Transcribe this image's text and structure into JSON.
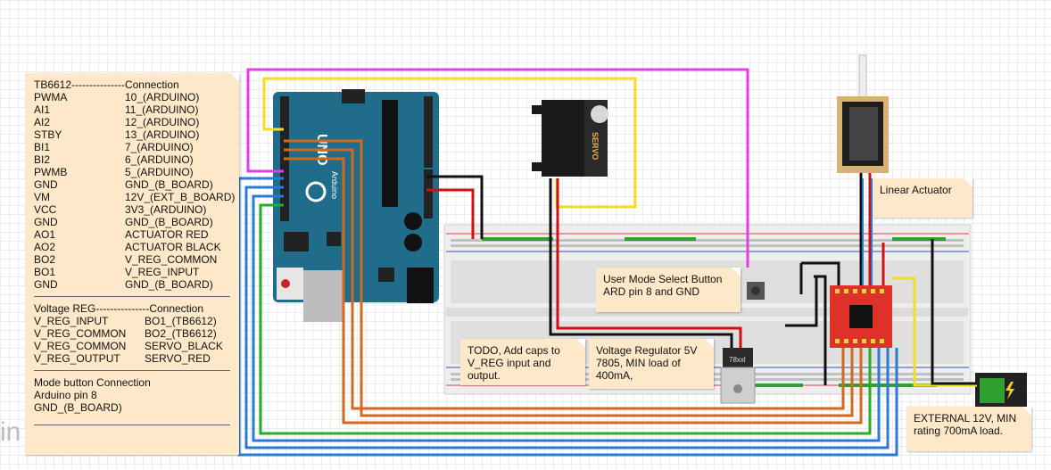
{
  "tb6612_note": {
    "header": "TB6612---------------Connection",
    "rows": [
      {
        "pin": "PWMA",
        "conn": "10_(ARDUINO)"
      },
      {
        "pin": "AI1",
        "conn": "11_(ARDUINO)"
      },
      {
        "pin": "AI2",
        "conn": "12_(ARDUINO)"
      },
      {
        "pin": "STBY",
        "conn": "13_(ARDUINO)"
      },
      {
        "pin": "BI1",
        "conn": "7_(ARDUINO)"
      },
      {
        "pin": "BI2",
        "conn": "6_(ARDUINO)"
      },
      {
        "pin": "PWMB",
        "conn": "5_(ARDUINO)"
      },
      {
        "pin": "GND",
        "conn": "GND_(B_BOARD)"
      },
      {
        "pin": "VM",
        "conn": "12V_(EXT_B_BOARD)"
      },
      {
        "pin": "VCC",
        "conn": "3V3_(ARDUINO)"
      },
      {
        "pin": "GND",
        "conn": "GND_(B_BOARD)"
      },
      {
        "pin": "AO1",
        "conn": "ACTUATOR RED"
      },
      {
        "pin": "AO2",
        "conn": "ACTUATOR BLACK"
      },
      {
        "pin": "BO2",
        "conn": "V_REG_COMMON"
      },
      {
        "pin": "BO1",
        "conn": "V_REG_INPUT"
      },
      {
        "pin": "GND",
        "conn": "GND_(B_BOARD)"
      }
    ],
    "vreg_header": "Voltage REG---------------Connection",
    "vreg_rows": [
      {
        "pin": "V_REG_INPUT",
        "conn": "BO1_(TB6612)"
      },
      {
        "pin": "V_REG_COMMON",
        "conn": "BO2_(TB6612)"
      },
      {
        "pin": "V_REG_COMMON",
        "conn": "SERVO_BLACK"
      },
      {
        "pin": "V_REG_OUTPUT",
        "conn": "SERVO_RED"
      }
    ],
    "mode_lines": [
      "Mode button Connection",
      "Arduino pin 8",
      "GND_(B_BOARD)"
    ]
  },
  "notes": {
    "linear_actuator": "Linear Actuator",
    "user_mode": "User Mode Select Button ARD pin 8 and GND",
    "todo": "TODO, Add caps to V_REG input and output.",
    "vreg": "Voltage Regulator 5V 7805, MIN load of 400mA,",
    "external": "EXTERNAL 12V, MIN rating 700mA load."
  },
  "components": {
    "arduino_name": "UNO",
    "arduino_sub": "Arduino",
    "servo_label": "SERVO",
    "regulator_label": "78xxl",
    "watermark": "in"
  },
  "colors": {
    "arduino": "#1f6d8a",
    "wire_pink": "#e040e0",
    "wire_yellow": "#f0e020",
    "wire_orange": "#d2691e",
    "wire_blue": "#2a7ad6",
    "wire_green": "#24b024",
    "wire_red": "#d01010",
    "wire_black": "#111111",
    "driver_board": "#e0302a",
    "note_bg": "#fde9c9"
  }
}
